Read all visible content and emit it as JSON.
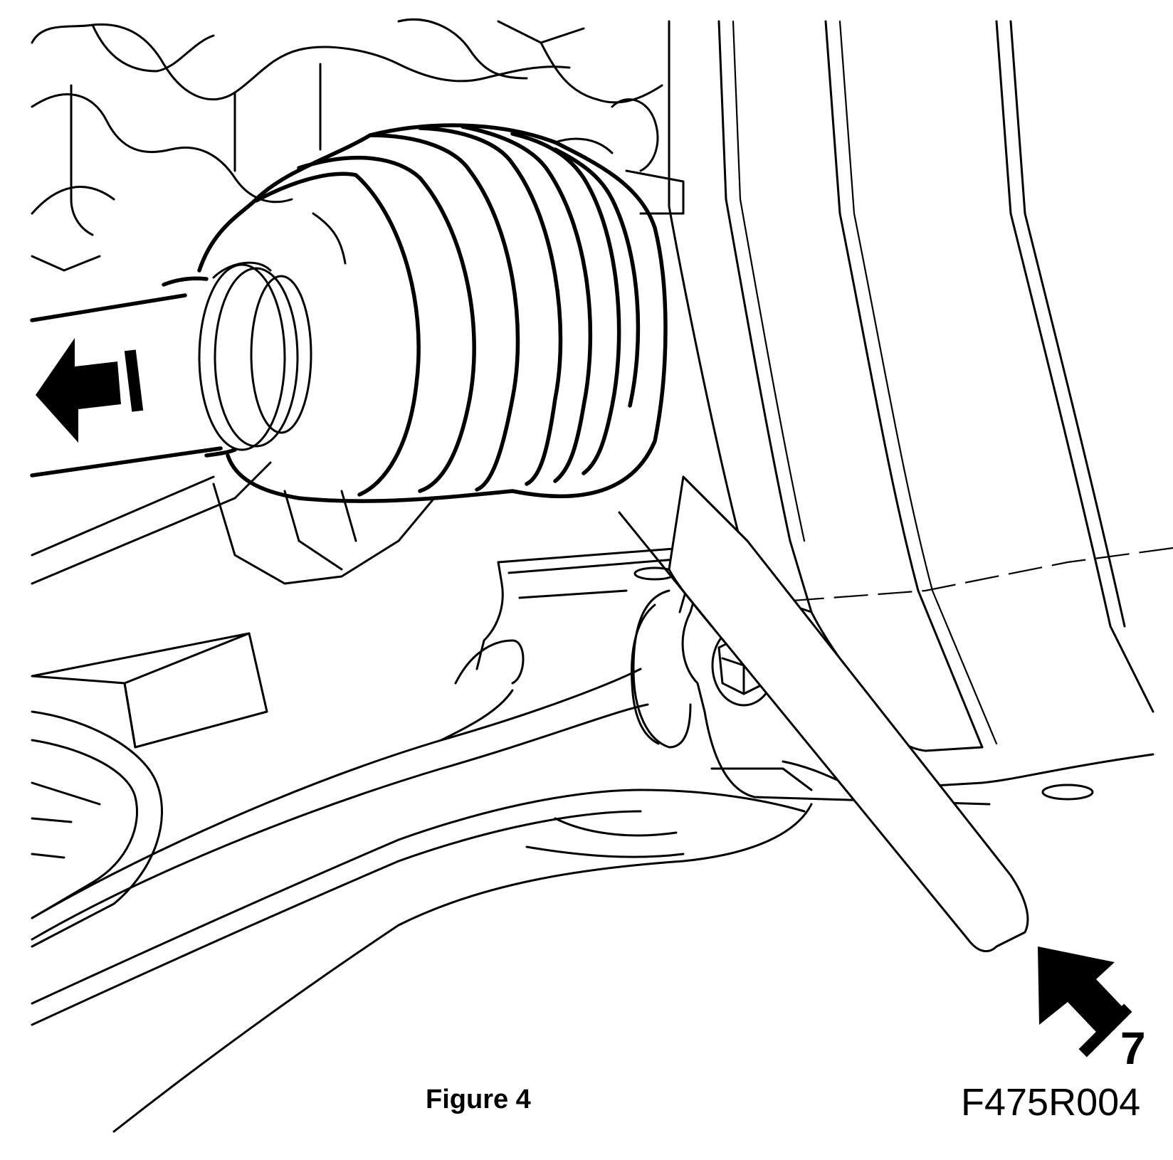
{
  "caption": "Figure 4",
  "step_number": "7",
  "figure_code": "F475R004",
  "icons": {
    "pull_arrow": "pull-direction-arrow",
    "push_arrow": "push-direction-arrow"
  }
}
